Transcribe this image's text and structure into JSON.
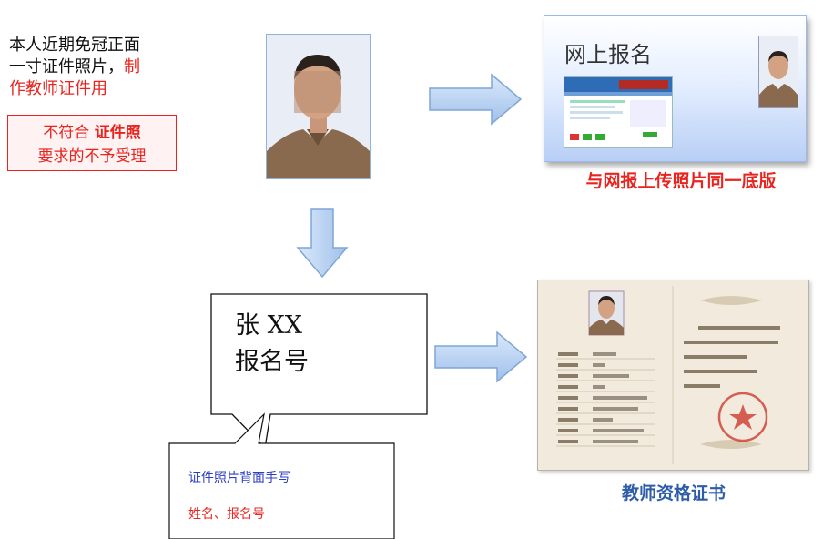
{
  "left_desc": {
    "line1": "本人近期免冠正面",
    "line2_a": "一寸证件照片，",
    "line2_b": "制",
    "line3": "作教师证件用"
  },
  "warning": {
    "part1": "不符合",
    "part2": "证件照",
    "line2": "要求的不予受理"
  },
  "online": {
    "title": "网上报名",
    "caption": "与网报上传照片同一底版"
  },
  "photo_back": {
    "name": "张 XX",
    "number_label": "报名号"
  },
  "handwrite_note": {
    "line1": "证件照片背面手写",
    "line2": "姓名、报名号"
  },
  "certificate": {
    "caption": "教师资格证书"
  },
  "colors": {
    "red": "#e8241f",
    "blue": "#2d5ca8",
    "arrow": "#a9c8ef"
  }
}
